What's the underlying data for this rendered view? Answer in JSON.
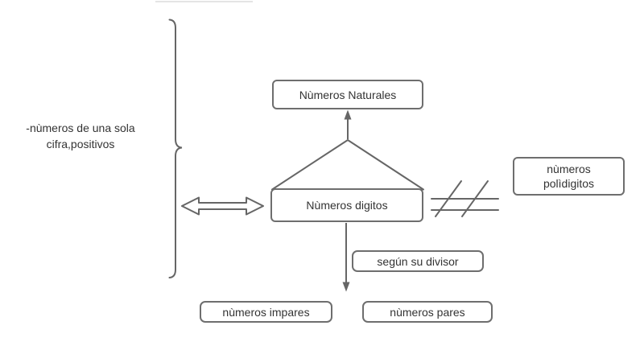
{
  "diagram": {
    "nodes": {
      "naturales": {
        "label": "Nùmeros Naturales"
      },
      "digitos": {
        "label": "Nùmeros digitos"
      },
      "polidigitos": {
        "line1": "nùmeros",
        "line2": "polìdigitos"
      },
      "divisor": {
        "label": "según su divisor"
      },
      "impares": {
        "label": "nùmeros impares"
      },
      "pares": {
        "label": "nùmeros pares"
      }
    },
    "annotations": {
      "left_note": {
        "line1": "-nùmeros de una sola",
        "line2": "cifra,positivos"
      }
    },
    "icons": {
      "curly_brace": "right-curly-brace",
      "double_arrow": "double-headed-horizontal-arrow",
      "triangle": "triangle-roof-shape",
      "up_arrow": "arrow-up",
      "down_arrow": "arrow-down",
      "not_equal": "crossed-parallel-lines"
    },
    "colors": {
      "stroke": "#666666",
      "border": "#6e6e6e",
      "text": "#333333",
      "background": "#ffffff"
    }
  }
}
